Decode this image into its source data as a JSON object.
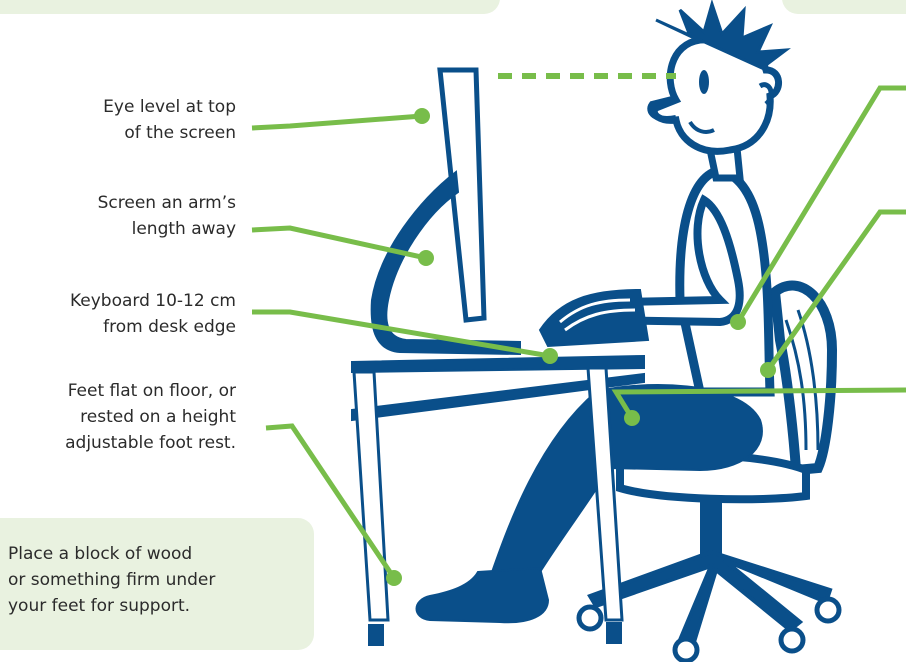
{
  "labels": {
    "eye_level_line1": "Eye level at top",
    "eye_level_line2": "of the screen",
    "screen_distance_line1": "Screen an arm’s",
    "screen_distance_line2": "length away",
    "keyboard_line1": "Keyboard 10-12 cm",
    "keyboard_line2": "from desk edge",
    "feet_line1": "Feet flat on floor, or",
    "feet_line2": "rested on a height",
    "feet_line3": "adjustable foot rest."
  },
  "tip": {
    "line1": "Place a block of wood",
    "line2": "or something firm under",
    "line3": "your feet for support."
  },
  "colors": {
    "figure_blue": "#0a4f8a",
    "pointer_green": "#78bd4a",
    "panel_green": "#e9f2e0"
  }
}
